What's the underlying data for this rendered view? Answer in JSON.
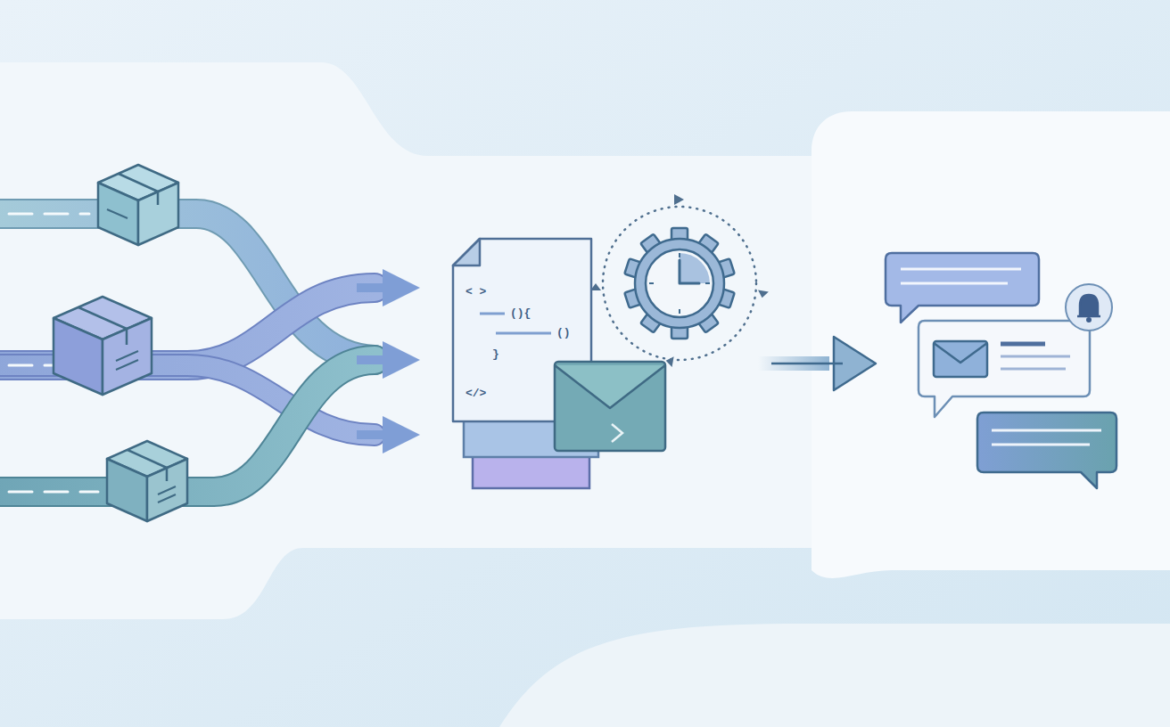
{
  "diagram": {
    "nodes": [
      {
        "text": [
          "< >",
          "(){",
          "()",
          "}",
          "</>"
        ]
      }
    ],
    "edges": []
  }
}
